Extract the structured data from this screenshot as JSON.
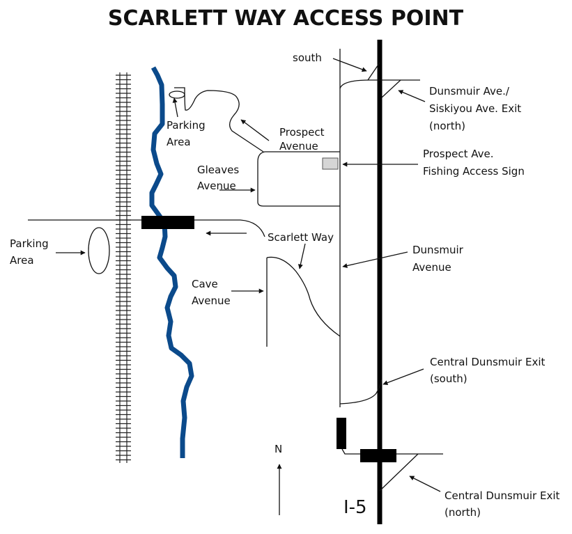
{
  "title": "SCARLETT WAY ACCESS POINT",
  "colors": {
    "river": "#0b4a8b",
    "ink": "#111111",
    "sign": "#d6d6d6"
  },
  "labels": {
    "south": "south",
    "dunsmuir_exit_north": [
      "Dunsmuir Ave./",
      "Siskiyou Ave. Exit",
      "(north)"
    ],
    "parking_area_top": [
      "Parking",
      "Area"
    ],
    "prospect_avenue": [
      "Prospect",
      "Avenue"
    ],
    "fishing_sign": [
      "Prospect  Ave.",
      "Fishing Access Sign"
    ],
    "gleaves_avenue": [
      "Gleaves",
      "Avenue"
    ],
    "parking_area_left": [
      "Parking",
      "Area"
    ],
    "scarlett_way": "Scarlett Way",
    "dunsmuir_avenue": [
      "Dunsmuir",
      "Avenue"
    ],
    "cave_avenue": [
      "Cave",
      "Avenue"
    ],
    "central_exit_south": [
      "Central Dunsmuir Exit",
      "(south)"
    ],
    "central_exit_north": [
      "Central Dunsmuir Exit",
      "(north)"
    ],
    "north": "N",
    "highway": "I-5"
  }
}
